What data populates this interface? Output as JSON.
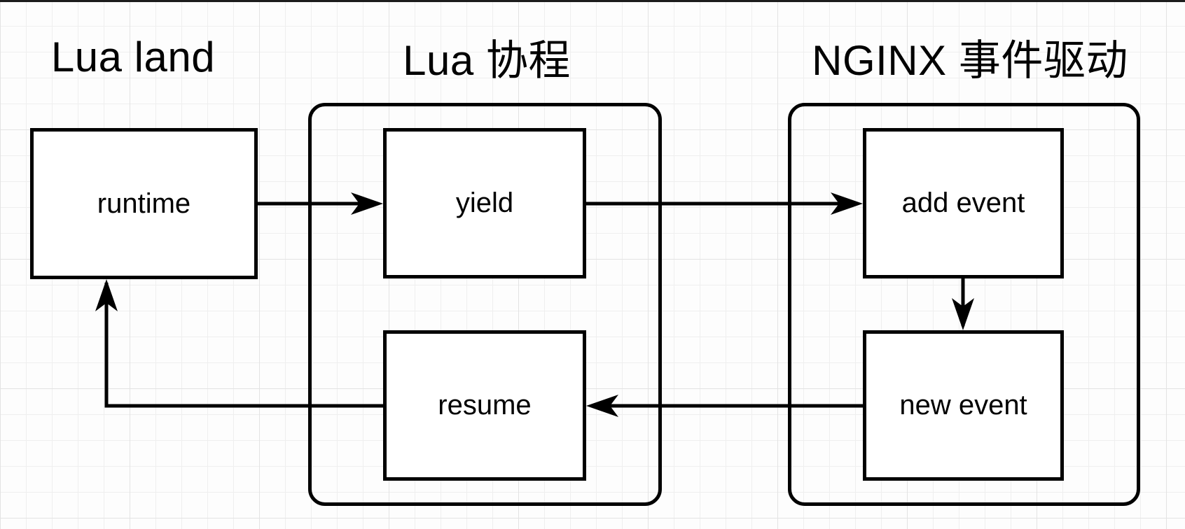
{
  "diagram": {
    "column_titles": [
      {
        "id": "lua-land",
        "text": "Lua land"
      },
      {
        "id": "lua-coroutine",
        "text": "Lua 协程"
      },
      {
        "id": "nginx-event-driven",
        "text": "NGINX 事件驱动"
      }
    ],
    "nodes": {
      "runtime": {
        "label": "runtime"
      },
      "yield": {
        "label": "yield"
      },
      "resume": {
        "label": "resume"
      },
      "add_event": {
        "label": "add event"
      },
      "new_event": {
        "label": "new event"
      }
    },
    "groups": [
      {
        "id": "lua-coroutine-group",
        "title": "Lua 协程",
        "contains": [
          "yield",
          "resume"
        ]
      },
      {
        "id": "nginx-event-driven-group",
        "title": "NGINX 事件驱动",
        "contains": [
          "add_event",
          "new_event"
        ]
      }
    ],
    "edges": [
      {
        "from": "runtime",
        "to": "yield",
        "direction": "right"
      },
      {
        "from": "yield",
        "to": "add_event",
        "direction": "right"
      },
      {
        "from": "add_event",
        "to": "new_event",
        "direction": "down"
      },
      {
        "from": "new_event",
        "to": "resume",
        "direction": "left"
      },
      {
        "from": "resume",
        "to": "runtime",
        "direction": "left-then-up"
      }
    ],
    "colors": {
      "stroke": "#000000",
      "node_fill": "#ffffff",
      "canvas": "#fdfdfd",
      "grid": "#efefef"
    }
  }
}
